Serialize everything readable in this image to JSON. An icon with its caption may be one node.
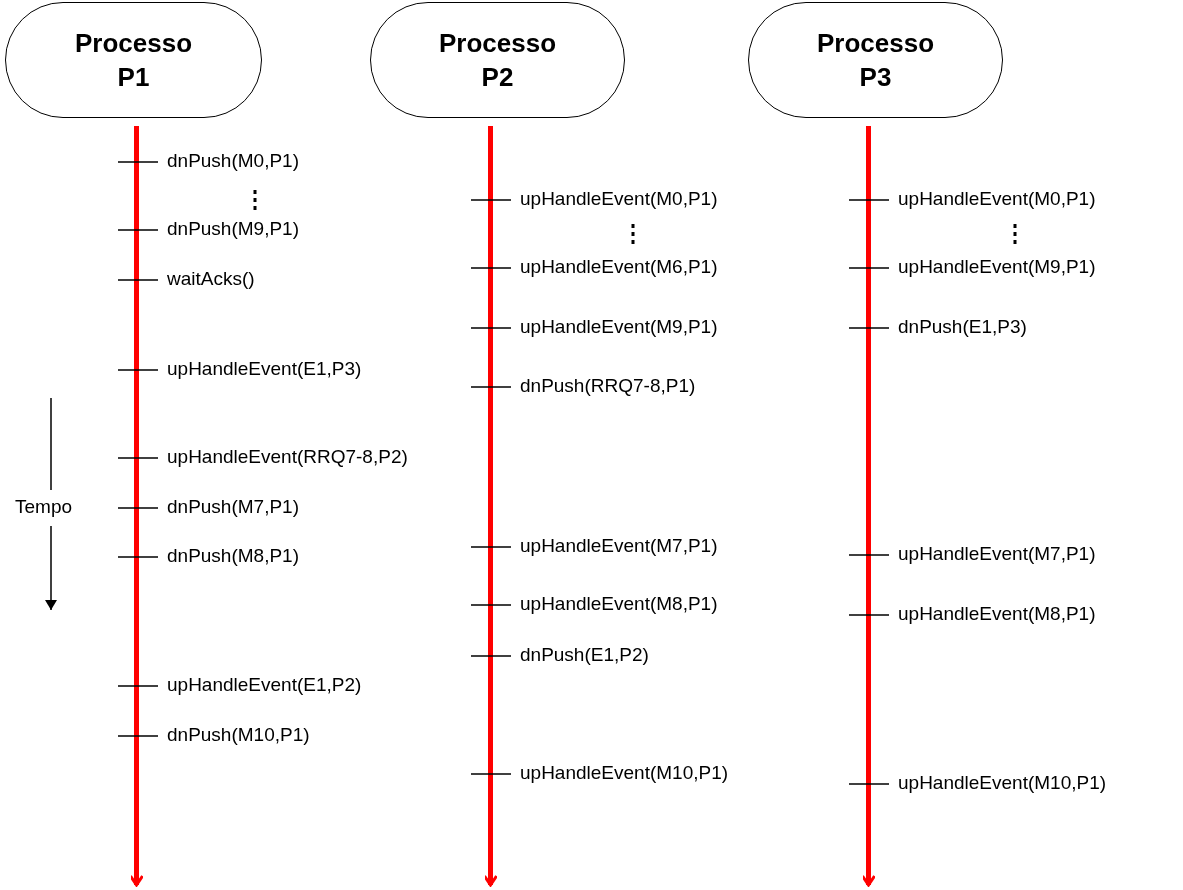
{
  "diagram": {
    "nodes": [
      {
        "text": [
          "Processo P1"
        ]
      },
      {
        "text": [
          "Processo P2"
        ]
      },
      {
        "text": [
          "Processo P3"
        ]
      }
    ],
    "edges": [
      {
        "from": 0,
        "to": null,
        "arrow": "to"
      },
      {
        "from": 1,
        "to": null,
        "arrow": "to"
      },
      {
        "from": 2,
        "to": null,
        "arrow": "to"
      }
    ],
    "labels": [
      "dnPush(M0,P1)",
      "dnPush(M9,P1)",
      "waitAcks()",
      "upHandleEvent(E1,P3)",
      "upHandleEvent(RRQ7-8,P2)",
      "dnPush(M7,P1)",
      "dnPush(M8,P1)",
      "upHandleEvent(E1,P2)",
      "dnPush(M10,P1)",
      "upHandleEvent(M0,P1)",
      "upHandleEvent(M6,P1)",
      "upHandleEvent(M9,P1)",
      "dnPush(RRQ7-8,P1)",
      "upHandleEvent(M7,P1)",
      "upHandleEvent(M8,P1)",
      "dnPush(E1,P2)",
      "upHandleEvent(M10,P1)",
      "upHandleEvent(M0,P1)",
      "upHandleEvent(M9,P1)",
      "dnPush(E1,P3)",
      "upHandleEvent(M7,P1)",
      "upHandleEvent(M8,P1)",
      "upHandleEvent(M10,P1)",
      "Tempo"
    ]
  }
}
